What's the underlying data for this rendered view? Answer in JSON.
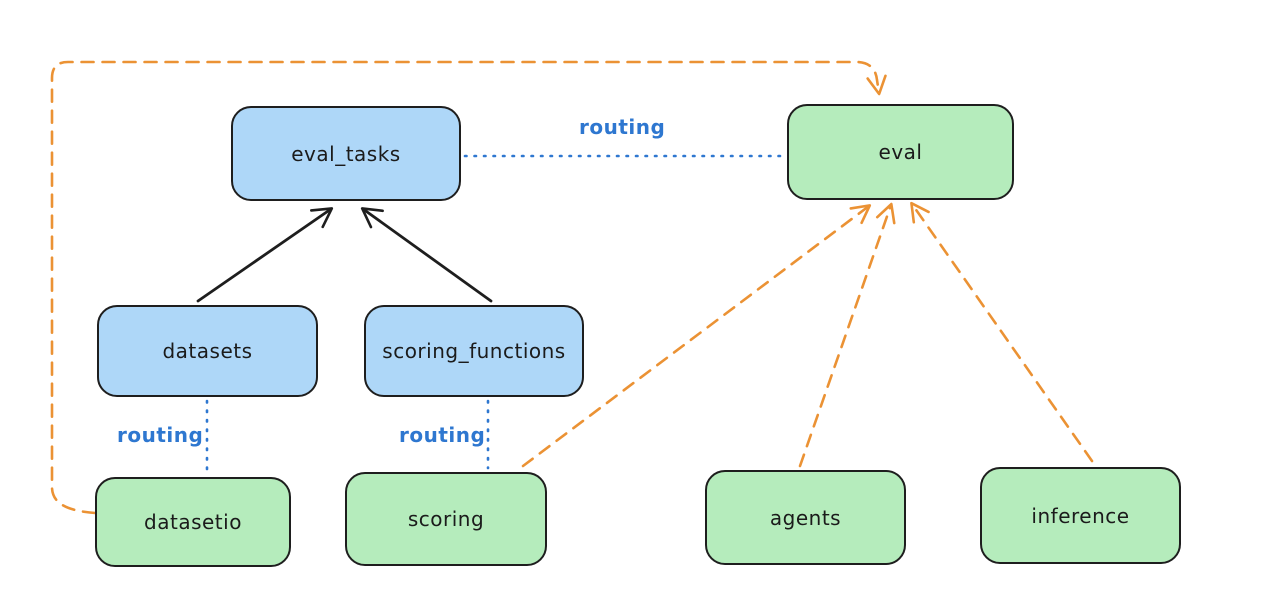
{
  "diagram": {
    "nodes": {
      "eval_tasks": {
        "label": "eval_tasks",
        "kind": "registry"
      },
      "eval": {
        "label": "eval",
        "kind": "api"
      },
      "datasets": {
        "label": "datasets",
        "kind": "registry"
      },
      "scoring_functions": {
        "label": "scoring_functions",
        "kind": "registry"
      },
      "datasetio": {
        "label": "datasetio",
        "kind": "api"
      },
      "scoring": {
        "label": "scoring",
        "kind": "api"
      },
      "agents": {
        "label": "agents",
        "kind": "api"
      },
      "inference": {
        "label": "inference",
        "kind": "api"
      }
    },
    "edge_labels": {
      "routing_eval_tasks_to_eval": "routing",
      "routing_datasets_to_datasetio": "routing",
      "routing_scoring_functions_to_scoring": "routing"
    },
    "colors": {
      "background": "#ffffff",
      "blue_node_fill": "#aed7f8",
      "green_node_fill": "#b5ecbc",
      "node_border": "#1e1e1e",
      "black_arrow": "#1e1e1e",
      "routing_blue": "#2e77d0",
      "orange_dashed": "#eb9234"
    }
  }
}
